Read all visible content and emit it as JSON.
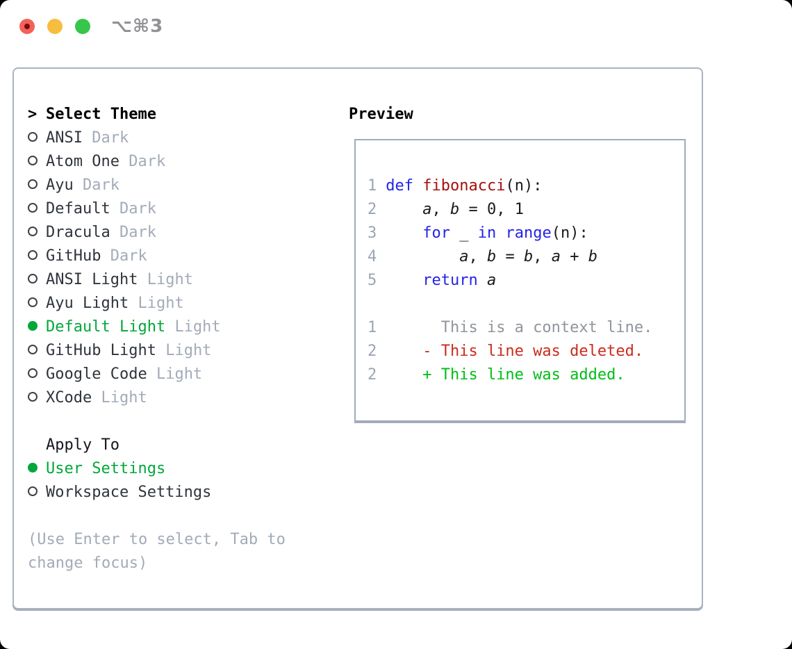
{
  "titlebar": {
    "title": "⌥⌘3"
  },
  "colors": {
    "traffic_red": "#f4605a",
    "traffic_red_dot": "#720d05",
    "traffic_yellow": "#f6bd3e",
    "traffic_green": "#35c64a",
    "titlebar_text": "#919196",
    "panel_border": "#aab3c0",
    "text_dark": "#2f343c",
    "muted_gray": "#a2abb8",
    "accent_green": "#00a73a",
    "keyword_blue": "#2323e8",
    "function_red": "#a60f0f",
    "line_number_gray": "#9aa5b4",
    "context_gray": "#90959c",
    "deleted_red": "#cb2b1d",
    "added_green": "#00bd17"
  },
  "sidebar": {
    "header": {
      "prompt": ">",
      "label": "Select Theme"
    },
    "themes": [
      {
        "name": "ANSI",
        "variant": "Dark",
        "selected": false
      },
      {
        "name": "Atom One",
        "variant": "Dark",
        "selected": false
      },
      {
        "name": "Ayu",
        "variant": "Dark",
        "selected": false
      },
      {
        "name": "Default",
        "variant": "Dark",
        "selected": false
      },
      {
        "name": "Dracula",
        "variant": "Dark",
        "selected": false
      },
      {
        "name": "GitHub",
        "variant": "Dark",
        "selected": false
      },
      {
        "name": "ANSI Light",
        "variant": "Light",
        "selected": false
      },
      {
        "name": "Ayu Light",
        "variant": "Light",
        "selected": false
      },
      {
        "name": "Default Light",
        "variant": "Light",
        "selected": true
      },
      {
        "name": "GitHub Light",
        "variant": "Light",
        "selected": false
      },
      {
        "name": "Google Code",
        "variant": "Light",
        "selected": false
      },
      {
        "name": "XCode",
        "variant": "Light",
        "selected": false
      }
    ],
    "apply_to": {
      "label": "Apply To",
      "options": [
        {
          "label": "User Settings",
          "selected": true
        },
        {
          "label": "Workspace Settings",
          "selected": false
        }
      ]
    },
    "help_text": "(Use Enter to select, Tab to change focus)"
  },
  "preview": {
    "title": "Preview",
    "code_lines": [
      {
        "num": "1",
        "tokens": [
          {
            "t": "def",
            "c": "kw"
          },
          {
            "t": " ",
            "c": "pl"
          },
          {
            "t": "fibonacci",
            "c": "fn"
          },
          {
            "t": "(n):",
            "c": "pl"
          }
        ]
      },
      {
        "num": "2",
        "tokens": [
          {
            "t": "    ",
            "c": "pl"
          },
          {
            "t": "a",
            "c": "v"
          },
          {
            "t": ", ",
            "c": "pl"
          },
          {
            "t": "b",
            "c": "v"
          },
          {
            "t": " = 0, 1",
            "c": "pl"
          }
        ]
      },
      {
        "num": "3",
        "tokens": [
          {
            "t": "    ",
            "c": "pl"
          },
          {
            "t": "for",
            "c": "kw"
          },
          {
            "t": " _ ",
            "c": "pl"
          },
          {
            "t": "in",
            "c": "kw"
          },
          {
            "t": " ",
            "c": "pl"
          },
          {
            "t": "range",
            "c": "kw"
          },
          {
            "t": "(n):",
            "c": "pl"
          }
        ]
      },
      {
        "num": "4",
        "tokens": [
          {
            "t": "        ",
            "c": "pl"
          },
          {
            "t": "a",
            "c": "v"
          },
          {
            "t": ", ",
            "c": "pl"
          },
          {
            "t": "b",
            "c": "v"
          },
          {
            "t": " = ",
            "c": "pl"
          },
          {
            "t": "b",
            "c": "v"
          },
          {
            "t": ", ",
            "c": "pl"
          },
          {
            "t": "a",
            "c": "v"
          },
          {
            "t": " + ",
            "c": "pl"
          },
          {
            "t": "b",
            "c": "v"
          }
        ]
      },
      {
        "num": "5",
        "tokens": [
          {
            "t": "    ",
            "c": "pl"
          },
          {
            "t": "return",
            "c": "kw"
          },
          {
            "t": " ",
            "c": "pl"
          },
          {
            "t": "a",
            "c": "v"
          }
        ]
      }
    ],
    "diff_lines": [
      {
        "num": "1",
        "text": "      This is a context line.",
        "type": "context"
      },
      {
        "num": "2",
        "text": "    - This line was deleted.",
        "type": "deleted"
      },
      {
        "num": "2",
        "text": "    + This line was added.",
        "type": "added"
      }
    ]
  }
}
